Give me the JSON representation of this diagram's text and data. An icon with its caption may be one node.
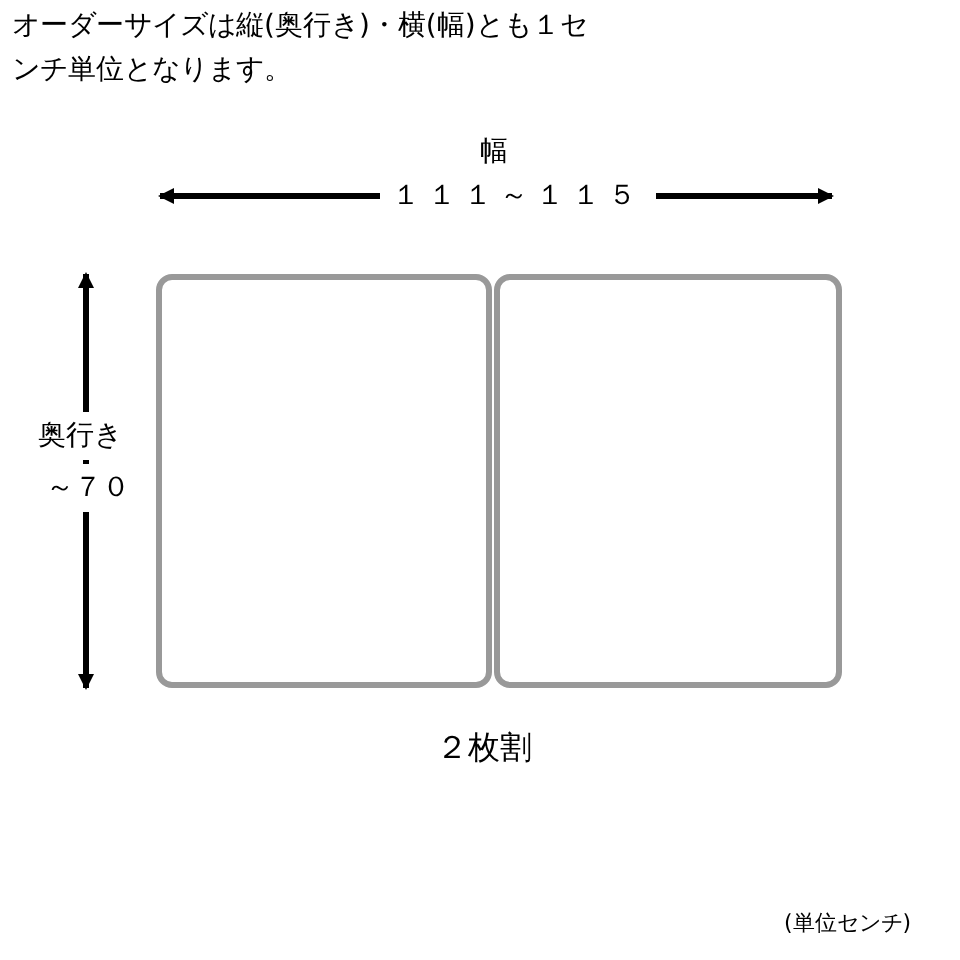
{
  "diagram": {
    "nodes": [
      {
        "text": [],
        "shape": "box"
      },
      {
        "text": [],
        "shape": "box"
      }
    ],
    "labels": [
      "オーダーサイズは縦(奥行き)・横(幅)とも１センチ単位となります。",
      "幅",
      "１１１～１１５",
      "奥行き",
      "～７０",
      "２枚割",
      "(単位センチ)"
    ]
  }
}
